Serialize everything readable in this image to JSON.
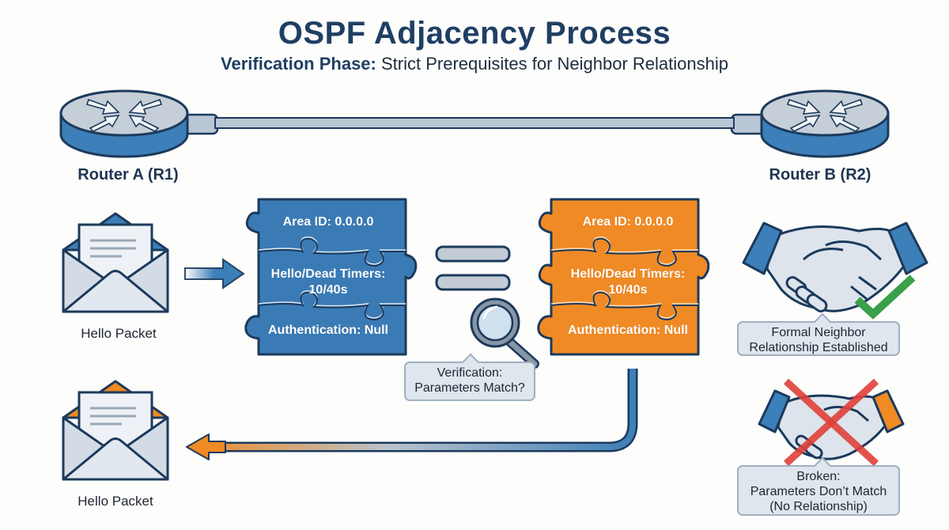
{
  "header": {
    "title": "OSPF Adjacency Process",
    "subtitle_bold": "Verification Phase:",
    "subtitle_rest": " Strict Prerequisites for Neighbor Relationship"
  },
  "routers": {
    "a": {
      "label": "Router A (R1)",
      "color": "#3d7fb8"
    },
    "b": {
      "label": "Router B (R2)",
      "color": "#3d7fb8"
    }
  },
  "packets": {
    "outgoing": {
      "label": "Hello Packet",
      "flap_color": "#3d7fb8"
    },
    "incoming": {
      "label": "Hello Packet",
      "flap_color": "#f08a24"
    }
  },
  "puzzles": {
    "router_a": {
      "color": "#3b7bb5",
      "pieces": [
        "Area ID: 0.0.0.0",
        "Hello/Dead Timers:",
        "10/40s",
        "Authentication: Null"
      ]
    },
    "router_b": {
      "color": "#f08a24",
      "pieces": [
        "Area ID: 0.0.0.0",
        "Hello/Dead Timers:",
        "10/40s",
        "Authentication: Null"
      ]
    }
  },
  "verification": {
    "line1": "Verification:",
    "line2": "Parameters Match?"
  },
  "outcomes": {
    "success": {
      "line1": "Formal Neighbor",
      "line2": "Relationship Established",
      "check_color": "#3aa04a"
    },
    "failure": {
      "line1": "Broken:",
      "line2": "Parameters Don’t Match",
      "line3": "(No Relationship)",
      "cross_color": "#e0403a"
    }
  }
}
